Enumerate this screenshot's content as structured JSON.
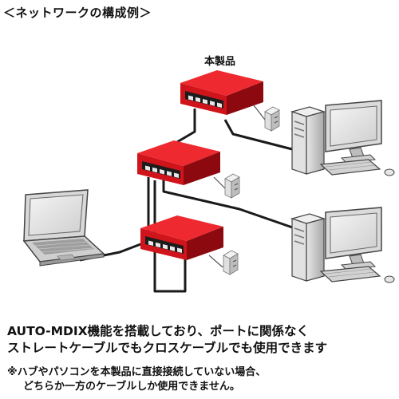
{
  "heading": "＜ネットワークの構成例＞",
  "product_label": "本製品",
  "description": {
    "line1": "AUTO-MDIX機能を搭載しており、ポートに関係なく",
    "line2": "ストレートケーブルでもクロスケーブルでも使用できます"
  },
  "note": {
    "line1": "※ハブやパソコンを本製品に直接接続していない場合、",
    "line2": "どちらか一方のケーブルしか使用できません。"
  },
  "colors": {
    "hub_red": "#d0141b",
    "hub_dark": "#8c0a0f",
    "cable": "#1a1a1a",
    "device_gray": "#c9c9c9"
  },
  "icons": [
    "switch-hub-icon",
    "ac-adapter-icon",
    "laptop-icon",
    "desktop-pc-icon"
  ]
}
